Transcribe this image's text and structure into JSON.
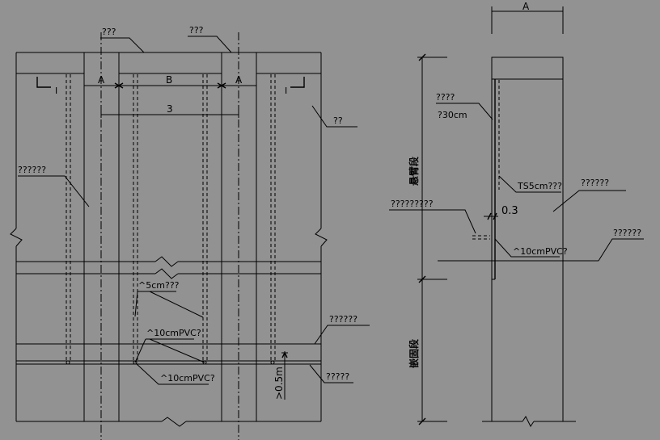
{
  "left_view": {
    "dim_a_left": "A",
    "dim_b": "B",
    "dim_a_right": "A",
    "dim_3": "3",
    "section_mark_left": "I",
    "section_mark_right": "I",
    "label_top_left": "???",
    "label_top_right": "???",
    "label_right_upper": "??",
    "label_left_mid": "??????",
    "label_5cm": "^5cm???",
    "label_10cm_upper": "^10cmPVC?",
    "label_10cm_lower": "^10cmPVC?",
    "label_right_beam": "??????",
    "label_right_lower": "?????",
    "label_05m": ">0.5m"
  },
  "right_view": {
    "dim_a": "A",
    "label_top": "????",
    "label_30cm": "?30cm",
    "label_ts5": "TS5cm???",
    "label_right_upper": "??????",
    "label_left_mid": "?????????",
    "dim_03": "0.3",
    "label_10cm": "^10cmPVC?",
    "label_right_mid": "??????",
    "segment_upper": "悬臂段",
    "segment_lower": "嵌固段"
  }
}
